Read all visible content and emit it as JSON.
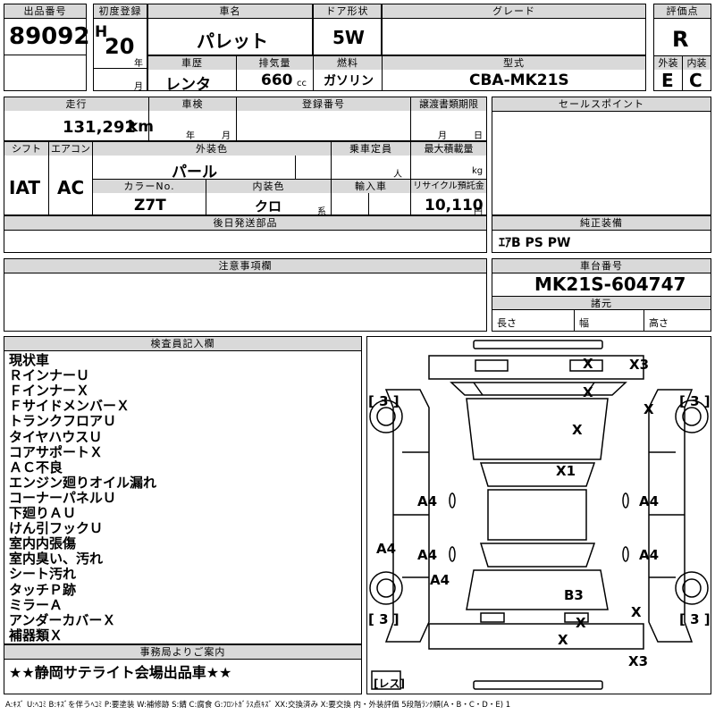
{
  "header": {
    "lot_label": "出品番号",
    "lot_value": "89092",
    "first_reg_label": "初度登録",
    "era": "H",
    "year": "20",
    "year_unit": "年",
    "month_unit": "月",
    "car_name_label": "車名",
    "car_name": "パレット",
    "door_label": "ドア形状",
    "door": "5W",
    "grade_label": "グレード",
    "grade": "",
    "score_label": "評価点",
    "score": "R",
    "history_label": "車歴",
    "history": "レンタ",
    "displacement_label": "排気量",
    "displacement": "660",
    "cc": "cc",
    "fuel_label": "燃料",
    "fuel": "ガソリン",
    "model_label": "型式",
    "model": "CBA-MK21S",
    "ext_label": "外装",
    "ext": "E",
    "int_label": "内装",
    "int": "C"
  },
  "row2": {
    "mileage_label": "走行",
    "mileage": "131,292",
    "km": "km",
    "inspection_label": "車検",
    "ym_year": "年",
    "ym_month": "月",
    "reg_label": "登録番号",
    "transfer_label": "譲渡書類期限",
    "td_month": "月",
    "td_day": "日",
    "sales_label": "セールスポイント"
  },
  "row3": {
    "shift_label": "シフト",
    "shift": "IAT",
    "ac_label": "エアコン",
    "ac": "AC",
    "color_label": "外装色",
    "color": "パール",
    "capacity_label": "乗車定員",
    "capacity_unit": "人",
    "load_label": "最大積載量",
    "load_unit": "kg",
    "colorno_label": "カラーNo.",
    "colorno": "Z7T",
    "interior_label": "内装色",
    "interior": "クロ",
    "kei": "系",
    "import_label": "輸入車",
    "recycle_label": "リサイクル預託金",
    "recycle": "10,110",
    "yen": "円"
  },
  "later_parts_label": "後日発送部品",
  "equipment": {
    "label": "純正装備",
    "value": "ｴｱB PS PW"
  },
  "caution_label": "注意事項欄",
  "chassis": {
    "label": "車台番号",
    "value": "MK21S-604747"
  },
  "specs": {
    "label": "諸元",
    "length": "長さ",
    "width": "幅",
    "height": "高さ"
  },
  "inspector": {
    "label": "検査員記入欄",
    "notes": [
      "現状車",
      "ＲインナーＵ",
      "ＦインナーＸ",
      "ＦサイドメンバーＸ",
      "トランクフロアＵ",
      "タイヤハウスＵ",
      "コアサポートＸ",
      "ＡＣ不良",
      "エンジン廻りオイル漏れ",
      "コーナーパネルＵ",
      "下廻りＡＵ",
      "けん引フックＵ",
      "室内内張傷",
      "室内臭い、汚れ",
      "シート汚れ",
      "タッチＰ跡",
      "ミラーＡ",
      "アンダーカバーＸ",
      "補器類Ｘ"
    ]
  },
  "office": {
    "label": "事務局よりご案内",
    "value": "★★静岡サテライト会場出品車★★"
  },
  "diagram": {
    "tire_tl": "[ 3 ]",
    "tire_tr": "[ 3 ]",
    "tire_bl": "[ 3 ]",
    "tire_br": "[ 3 ]",
    "less": "[レス]",
    "marks": {
      "front_bumper": "X",
      "front_corner": "X3",
      "hood_front": "X",
      "fender_fr": "X",
      "hood": "X",
      "windshield": "X1",
      "door_fl": "A4",
      "door_fr": "A4",
      "pillar_l": "A4",
      "door_rl": "A4",
      "door_rr": "A4",
      "qtr_l": "A4",
      "roof_rear": "B3",
      "rear_corner": "X",
      "tail": "X",
      "rear_bumper": "X",
      "rear_corner2": "X3"
    }
  },
  "legend": "A:ｷｽﾞ U:ﾍｺﾐ B:ｷｽﾞを伴うﾍｺﾐ P:要塗装 W:補修跡 S:錆 C:腐食 G:ﾌﾛﾝﾄｶﾞﾗｽ点ｷｽﾞ XX:交換済み X:要交換 内・外装評価 5段階ﾗﾝｸ順(A・B・C・D・E) 1"
}
